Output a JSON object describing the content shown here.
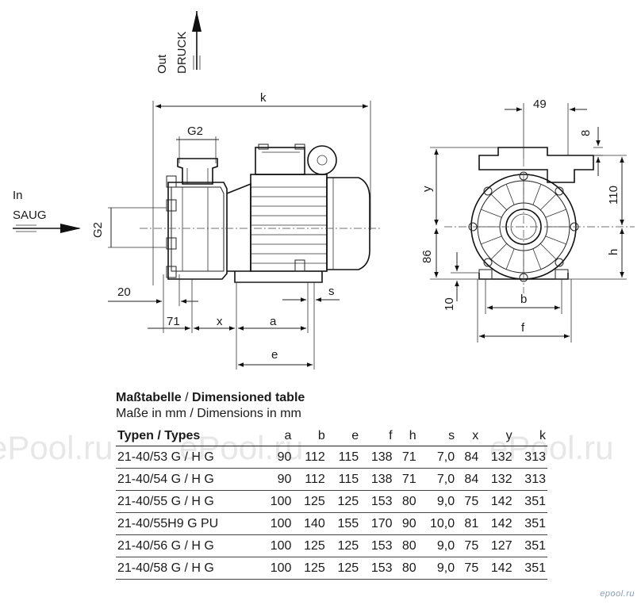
{
  "flow": {
    "out_label": "Out",
    "out_label_de": "DRUCK",
    "in_label": "In",
    "in_label_de": "SAUG"
  },
  "side_view": {
    "dim_k": "k",
    "dim_g2_top": "G2",
    "dim_g2_side": "G2",
    "dim_20": "20",
    "dim_71": "71",
    "dim_x": "x",
    "dim_a": "a",
    "dim_s": "s",
    "dim_e": "e"
  },
  "front_view": {
    "dim_49": "49",
    "dim_8": "8",
    "dim_y": "y",
    "dim_110": "110",
    "dim_86": "86",
    "dim_h": "h",
    "dim_10": "10",
    "dim_b": "b",
    "dim_f": "f"
  },
  "table": {
    "title_de": "Maßtabelle",
    "title_sep": " / ",
    "title_en": "Dimensioned table",
    "subtitle": "Maße in mm / Dimensions in mm",
    "headers": [
      "Typen / Types",
      "a",
      "b",
      "e",
      "f",
      "h",
      "s",
      "x",
      "y",
      "k"
    ],
    "rows": [
      [
        "21-40/53 G / H G",
        "90",
        "112",
        "115",
        "138",
        "71",
        "7,0",
        "84",
        "132",
        "313"
      ],
      [
        "21-40/54 G / H G",
        "90",
        "112",
        "115",
        "138",
        "71",
        "7,0",
        "84",
        "132",
        "313"
      ],
      [
        "21-40/55 G / H G",
        "100",
        "125",
        "125",
        "153",
        "80",
        "9,0",
        "75",
        "142",
        "351"
      ],
      [
        "21-40/55H9 G PU",
        "100",
        "140",
        "155",
        "170",
        "90",
        "10,0",
        "81",
        "142",
        "351"
      ],
      [
        "21-40/56 G / H G",
        "100",
        "125",
        "125",
        "153",
        "80",
        "9,0",
        "75",
        "127",
        "351"
      ],
      [
        "21-40/58 G / H G",
        "100",
        "125",
        "125",
        "153",
        "80",
        "9,0",
        "75",
        "142",
        "351"
      ]
    ]
  },
  "watermark": "ePool.ru",
  "logo": "epool.ru"
}
